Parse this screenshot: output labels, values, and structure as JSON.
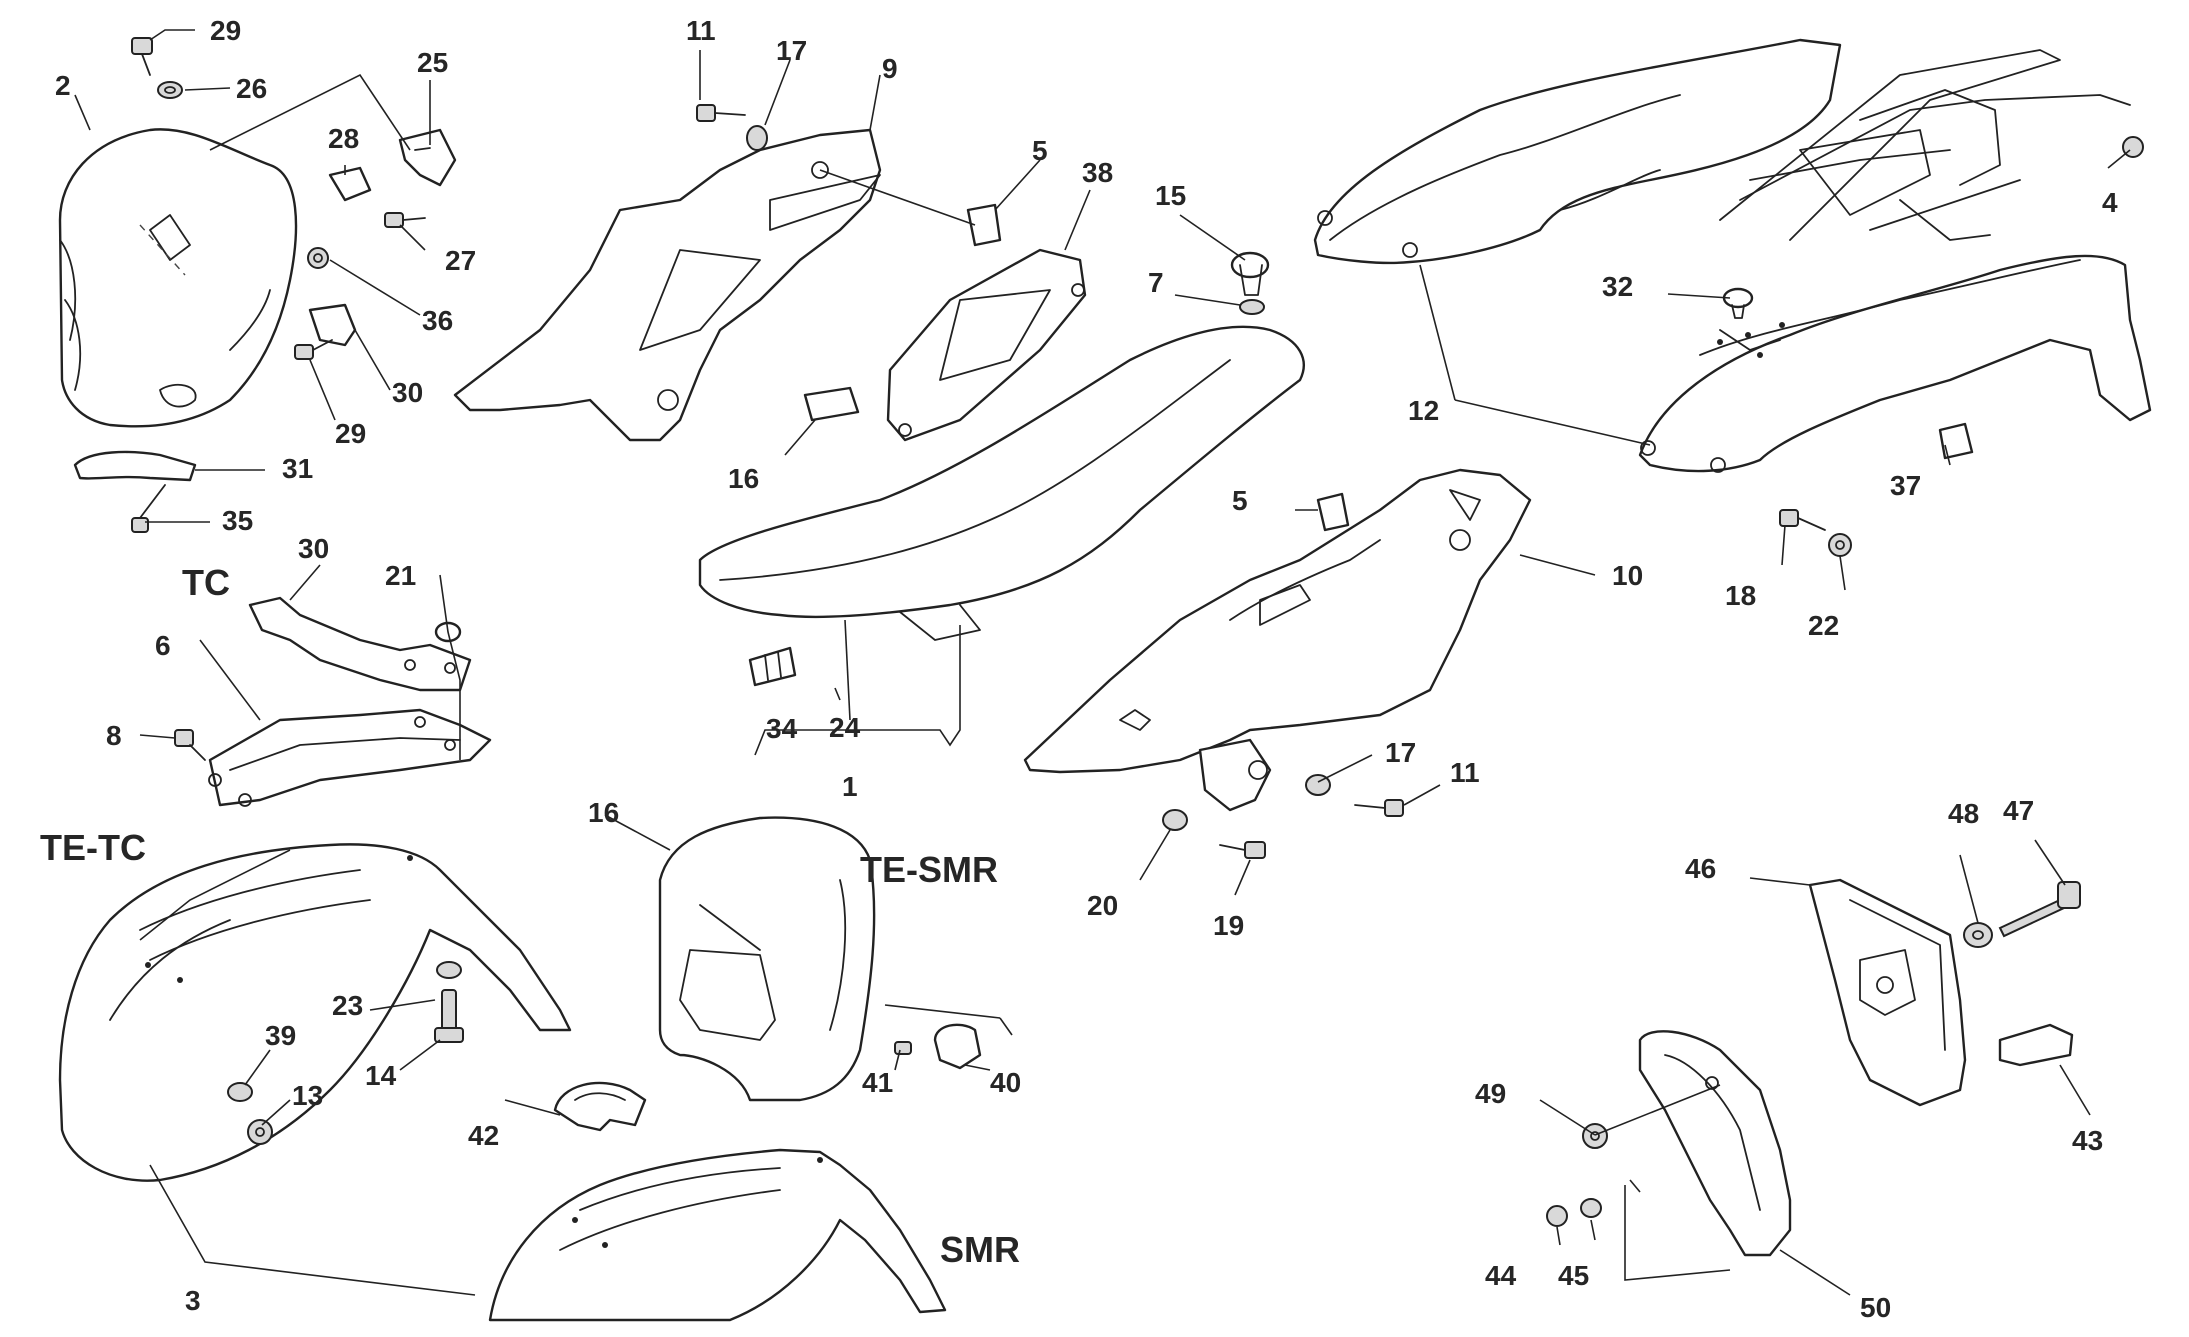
{
  "callouts": [
    "29",
    "26",
    "25",
    "2",
    "28",
    "27",
    "36",
    "30",
    "29",
    "31",
    "35",
    "11",
    "17",
    "9",
    "5",
    "38",
    "15",
    "7",
    "16",
    "24",
    "34",
    "1",
    "4",
    "32",
    "12",
    "37",
    "18",
    "22",
    "5",
    "10",
    "17",
    "11",
    "20",
    "19",
    "30",
    "21",
    "6",
    "8",
    "23",
    "14",
    "39",
    "13",
    "3",
    "16",
    "42",
    "41",
    "40",
    "48",
    "47",
    "46",
    "43",
    "49",
    "44",
    "45",
    "50"
  ],
  "variants": [
    "TC",
    "TE-TC",
    "TE-SMR",
    "SMR"
  ]
}
